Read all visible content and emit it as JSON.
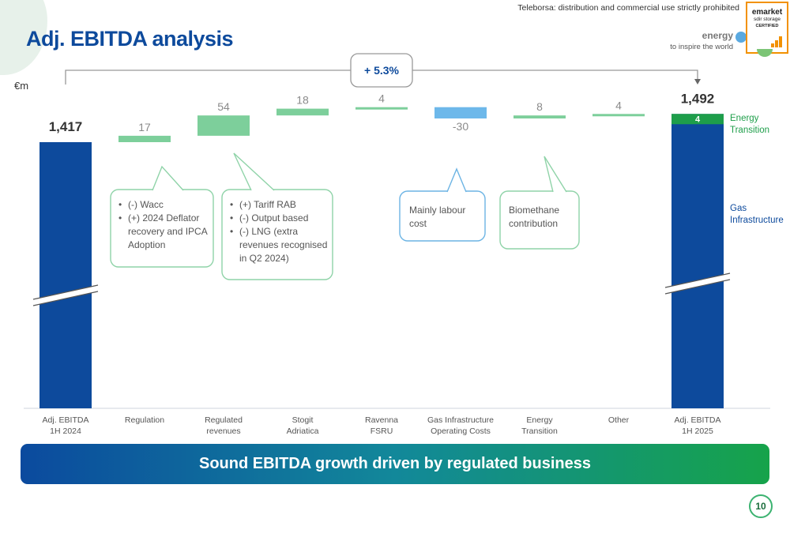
{
  "header": {
    "title": "Adj. EBITDA analysis",
    "watermark": "Teleborsa: distribution and commercial use strictly prohibited",
    "brand_name": "energy",
    "brand_tagline": "to inspire the world",
    "badge": {
      "line1": "emarket",
      "line2": "sdir storage",
      "line3": "CERTIFIED"
    }
  },
  "colors": {
    "total_bar": "#0d4a9c",
    "energy_transition_segment": "#1e9e4a",
    "increase_bar": "#7dcf9b",
    "decrease_bar": "#6db8ea",
    "callout_green_border": "#8fd3a8",
    "callout_blue_border": "#6cb4e4",
    "title": "#0d4a9c"
  },
  "chart_data": {
    "type": "bar",
    "subtype": "waterfall",
    "unit": "€m",
    "categories": [
      "Adj. EBITDA\n1H 2024",
      "Regulation",
      "Regulated\nrevenues",
      "Stogit\nAdriatica",
      "Ravenna\nFSRU",
      "Gas Infrastructure\nOperating Costs",
      "Energy\nTransition",
      "Other",
      "Adj. EBITDA\n1H 2025"
    ],
    "values": [
      1417,
      17,
      54,
      18,
      4,
      -30,
      8,
      4,
      1492
    ],
    "value_labels": [
      "1,417",
      "17",
      "54",
      "18",
      "4",
      "-30",
      "8",
      "4",
      "1,492"
    ],
    "kinds": [
      "total",
      "delta",
      "delta",
      "delta",
      "delta",
      "delta",
      "delta",
      "delta",
      "total"
    ],
    "final_split": [
      {
        "name": "Energy Transition",
        "value": 4,
        "label": "4"
      },
      {
        "name": "Gas Infrastructure"
      }
    ],
    "growth_label": "+ 5.3%",
    "axis_break": true
  },
  "callouts": [
    {
      "bullets": [
        "(-) Wacc",
        "(+) 2024 Deflator recovery and IPCA Adoption"
      ]
    },
    {
      "bullets": [
        "(+) Tariff RAB",
        "(-) Output based",
        "(-) LNG (extra revenues recognised in Q2 2024)"
      ]
    },
    {
      "text": "Mainly labour cost"
    },
    {
      "text": "Biomethane contribution"
    }
  ],
  "banner": {
    "text": "Sound EBITDA growth driven by regulated business"
  },
  "page_number": "10"
}
